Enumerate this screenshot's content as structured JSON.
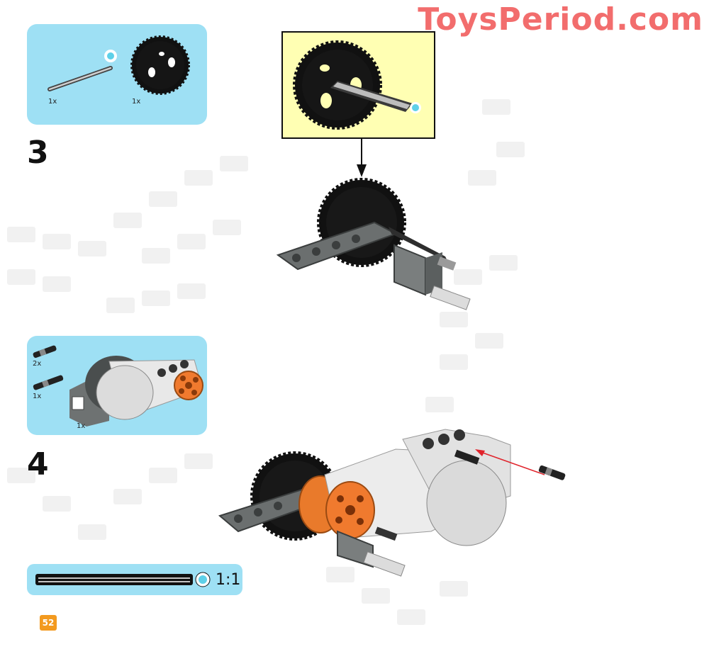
{
  "watermark": "ToysPeriod.com",
  "step3": {
    "number": "3",
    "parts": [
      {
        "icon": "axle-icon",
        "qty": "1x"
      },
      {
        "icon": "gear-icon",
        "qty": "1x"
      }
    ]
  },
  "step4": {
    "number": "4",
    "parts": [
      {
        "icon": "pin-icon",
        "qty": "2x"
      },
      {
        "icon": "pin-icon",
        "qty": "1x"
      },
      {
        "icon": "motor-icon",
        "qty": "1x"
      }
    ]
  },
  "scale_ruler": {
    "label": "1:1"
  },
  "page_number": "52",
  "colors": {
    "parts_box": "#9ee0f4",
    "callout_bg": "#ffffb3",
    "watermark": "#f26d6d",
    "page_badge": "#f39a1f",
    "assembly_arrow": "#e0232b"
  }
}
